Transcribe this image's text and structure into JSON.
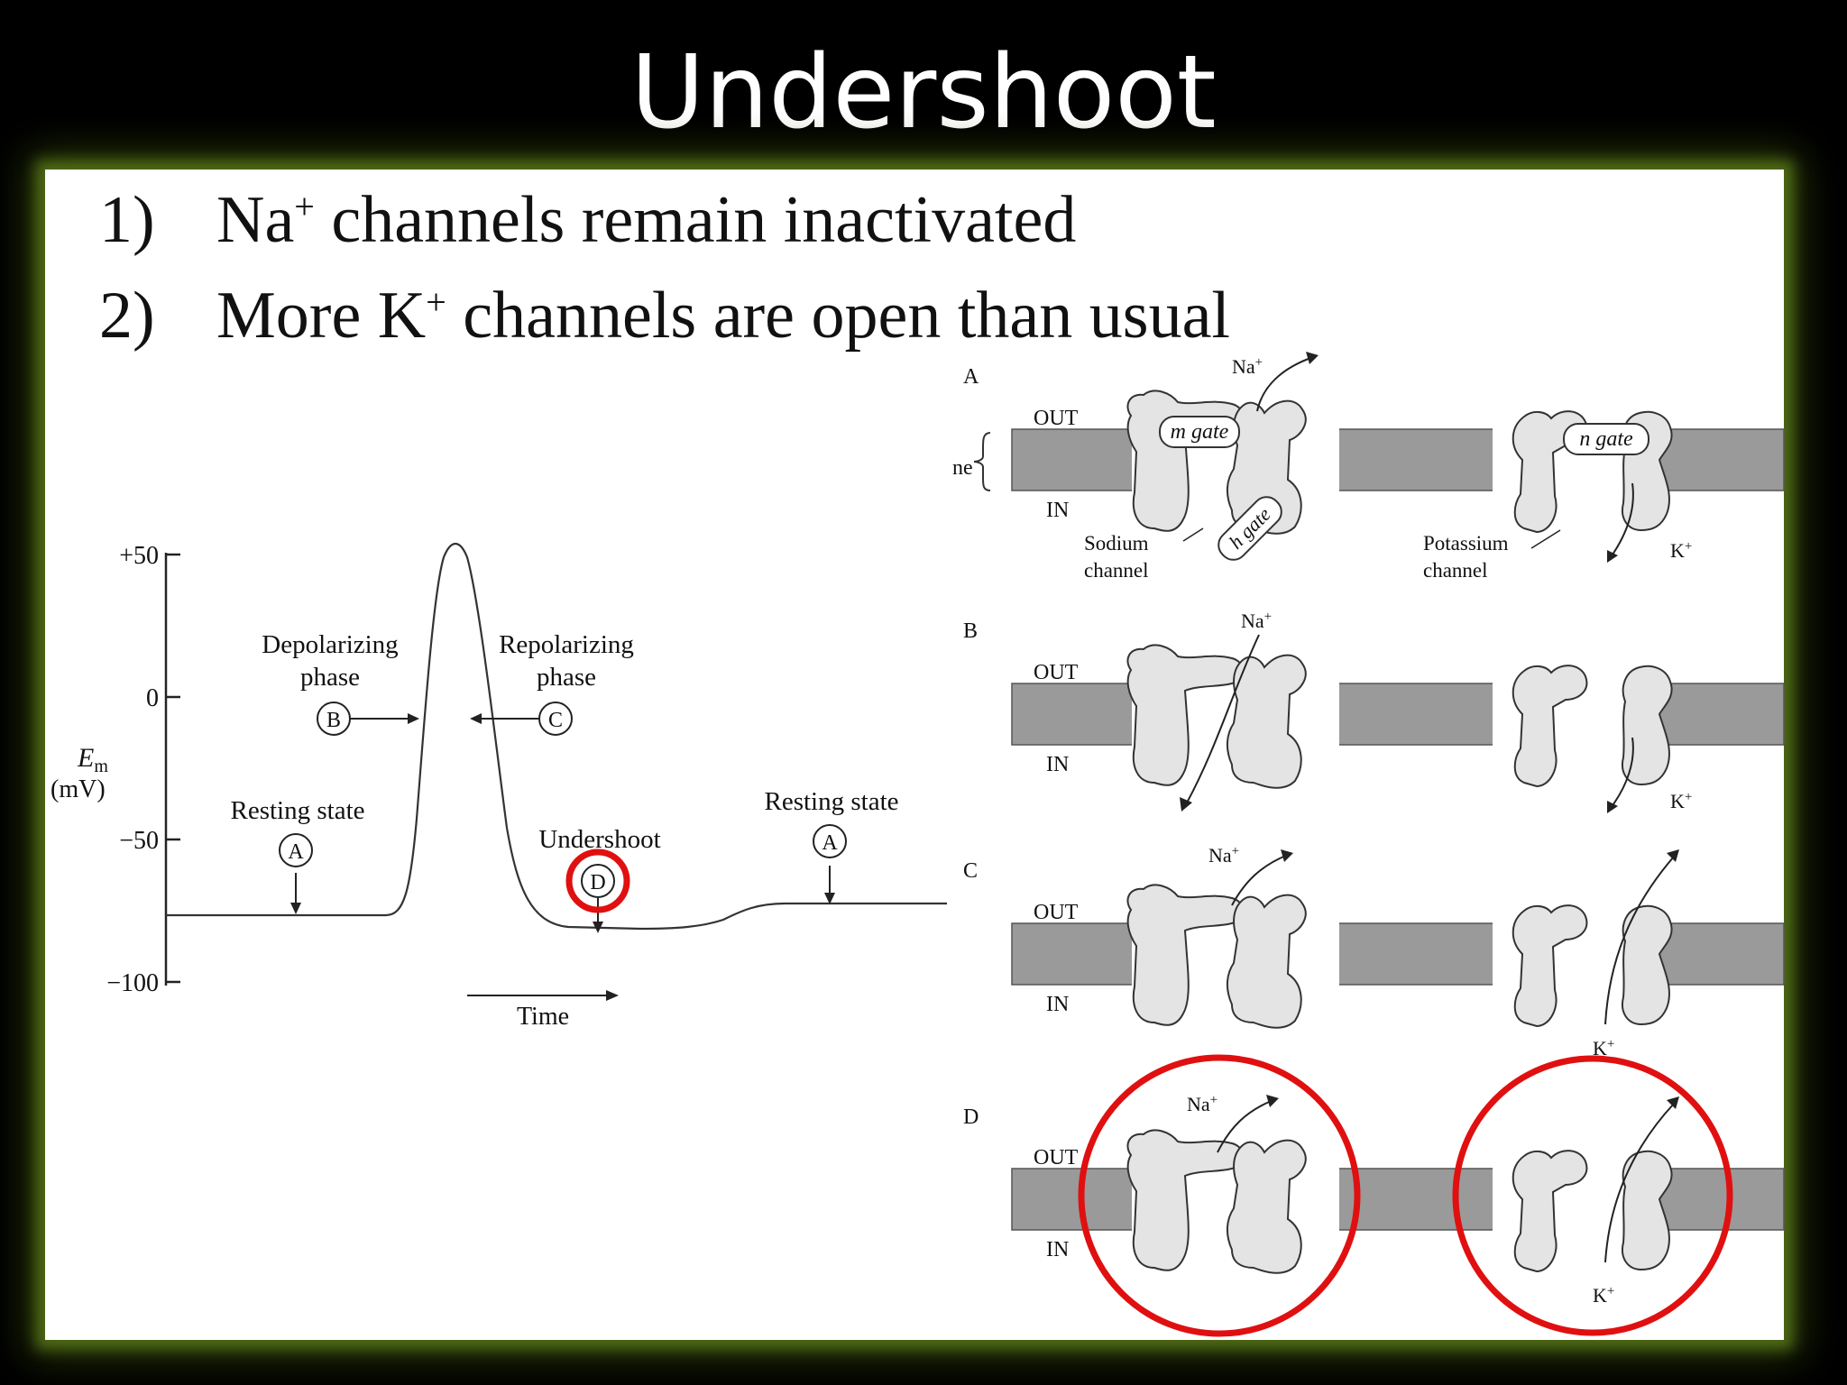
{
  "slide": {
    "title": "Undershoot"
  },
  "bullets": [
    {
      "num": "1)",
      "pre": "Na",
      "sup": "+",
      "post": " channels remain inactivated"
    },
    {
      "num": "2)",
      "pre": "More K",
      "sup": "+",
      "post": " channels are open than usual"
    }
  ],
  "graph": {
    "y_ticks": [
      "+50",
      "0",
      "−50",
      "−100"
    ],
    "y_label_main": "E",
    "y_label_sub": "m",
    "y_label_unit": "(mV)",
    "x_label": "Time",
    "states": {
      "resting_left": "Resting state",
      "depolarizing_1": "Depolarizing",
      "depolarizing_2": "phase",
      "repolarizing_1": "Repolarizing",
      "repolarizing_2": "phase",
      "undershoot": "Undershoot",
      "resting_right": "Resting state"
    },
    "markers": {
      "a": "A",
      "b": "B",
      "c": "C",
      "d": "D"
    },
    "highlight_color": "#e01010"
  },
  "channels": {
    "panels": [
      "A",
      "B",
      "C",
      "D"
    ],
    "out_label": "OUT",
    "in_label": "IN",
    "partial_label": "ne",
    "na_ion": "Na",
    "k_ion": "K",
    "ion_sup": "+",
    "m_gate": "m gate",
    "h_gate": "h gate",
    "n_gate": "n gate",
    "sodium_1": "Sodium",
    "sodium_2": "channel",
    "potassium_1": "Potassium",
    "potassium_2": "channel",
    "highlight_color": "#e01010"
  }
}
